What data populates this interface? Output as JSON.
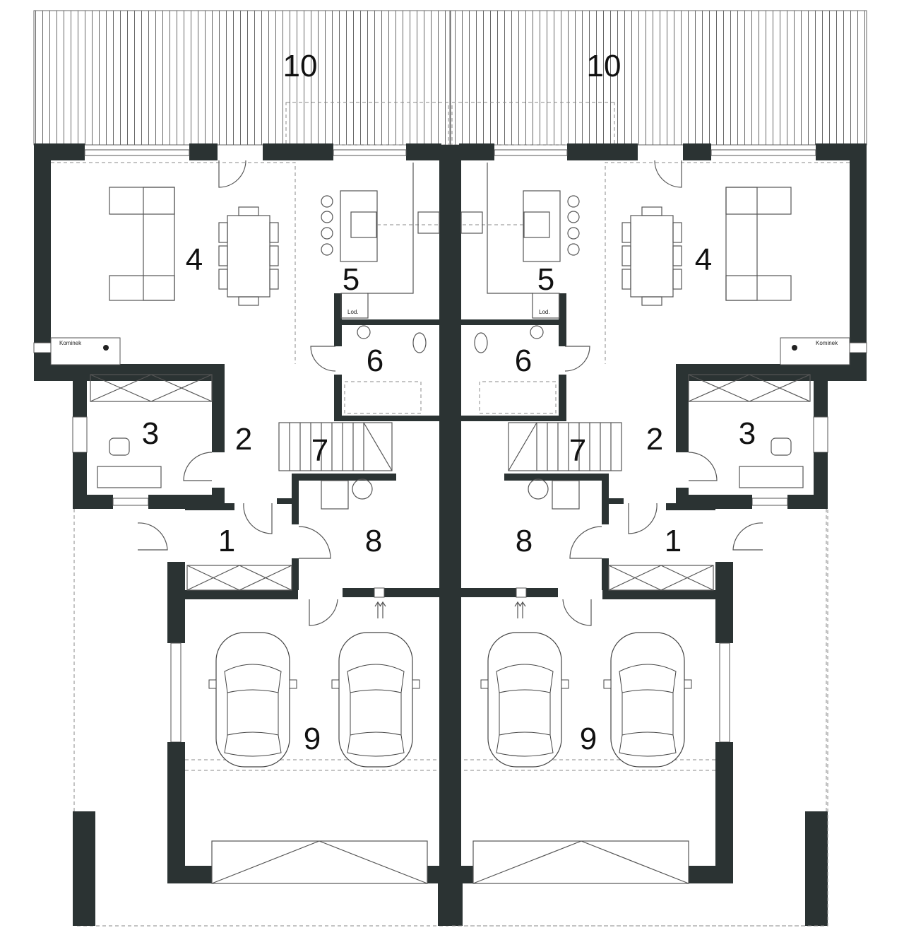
{
  "plan": {
    "rooms": {
      "entrance": "1",
      "hall": "2",
      "office": "3",
      "living_dining": "4",
      "kitchen": "5",
      "wc": "6",
      "stairs": "7",
      "utility": "8",
      "garage": "9",
      "terrace": "10"
    },
    "annotations": {
      "fireplace": "Kominek",
      "fridge": "Lod."
    },
    "colors": {
      "wall": "#2b3333",
      "line": "#555555"
    }
  }
}
